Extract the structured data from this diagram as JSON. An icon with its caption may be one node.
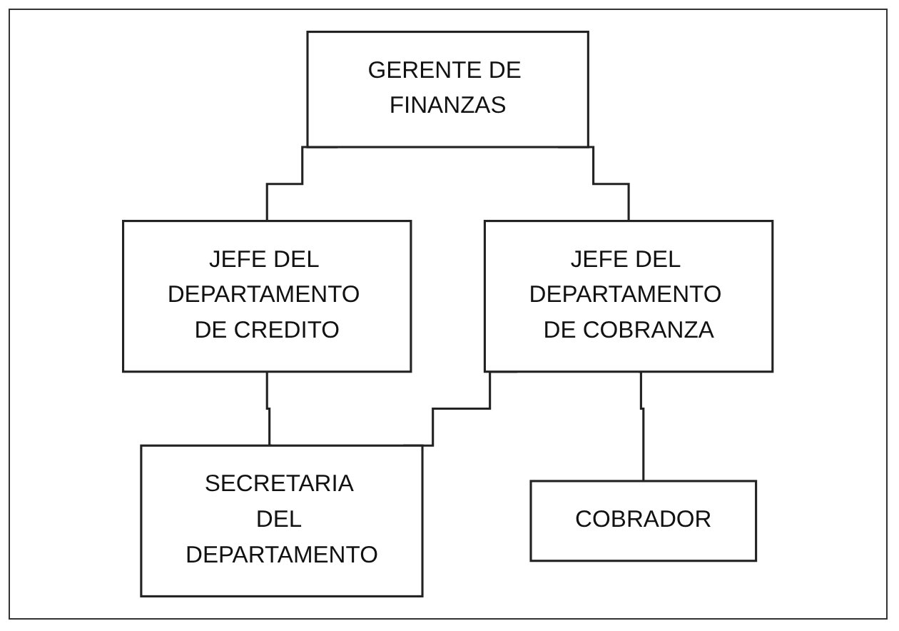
{
  "diagram": {
    "nodes": [
      {
        "text": [
          "GERENTE DE FINANZAS"
        ]
      },
      {
        "text": [
          "JEFE DEL DEPARTAMENTO DE CREDITO"
        ]
      },
      {
        "text": [
          "JEFE DEL DEPARTAMENTO DE COBRANZA"
        ]
      },
      {
        "text": [
          "SECRETARIA DEL DEPARTAMENTO"
        ]
      },
      {
        "text": [
          "COBRADOR"
        ]
      }
    ],
    "edges": [
      {
        "from": 0,
        "to": 1,
        "arrow": "none"
      },
      {
        "from": 0,
        "to": 2,
        "arrow": "none"
      },
      {
        "from": 1,
        "to": 3,
        "arrow": "none"
      },
      {
        "from": 2,
        "to": 3,
        "arrow": "none"
      },
      {
        "from": 2,
        "to": 4,
        "arrow": "none"
      }
    ]
  }
}
